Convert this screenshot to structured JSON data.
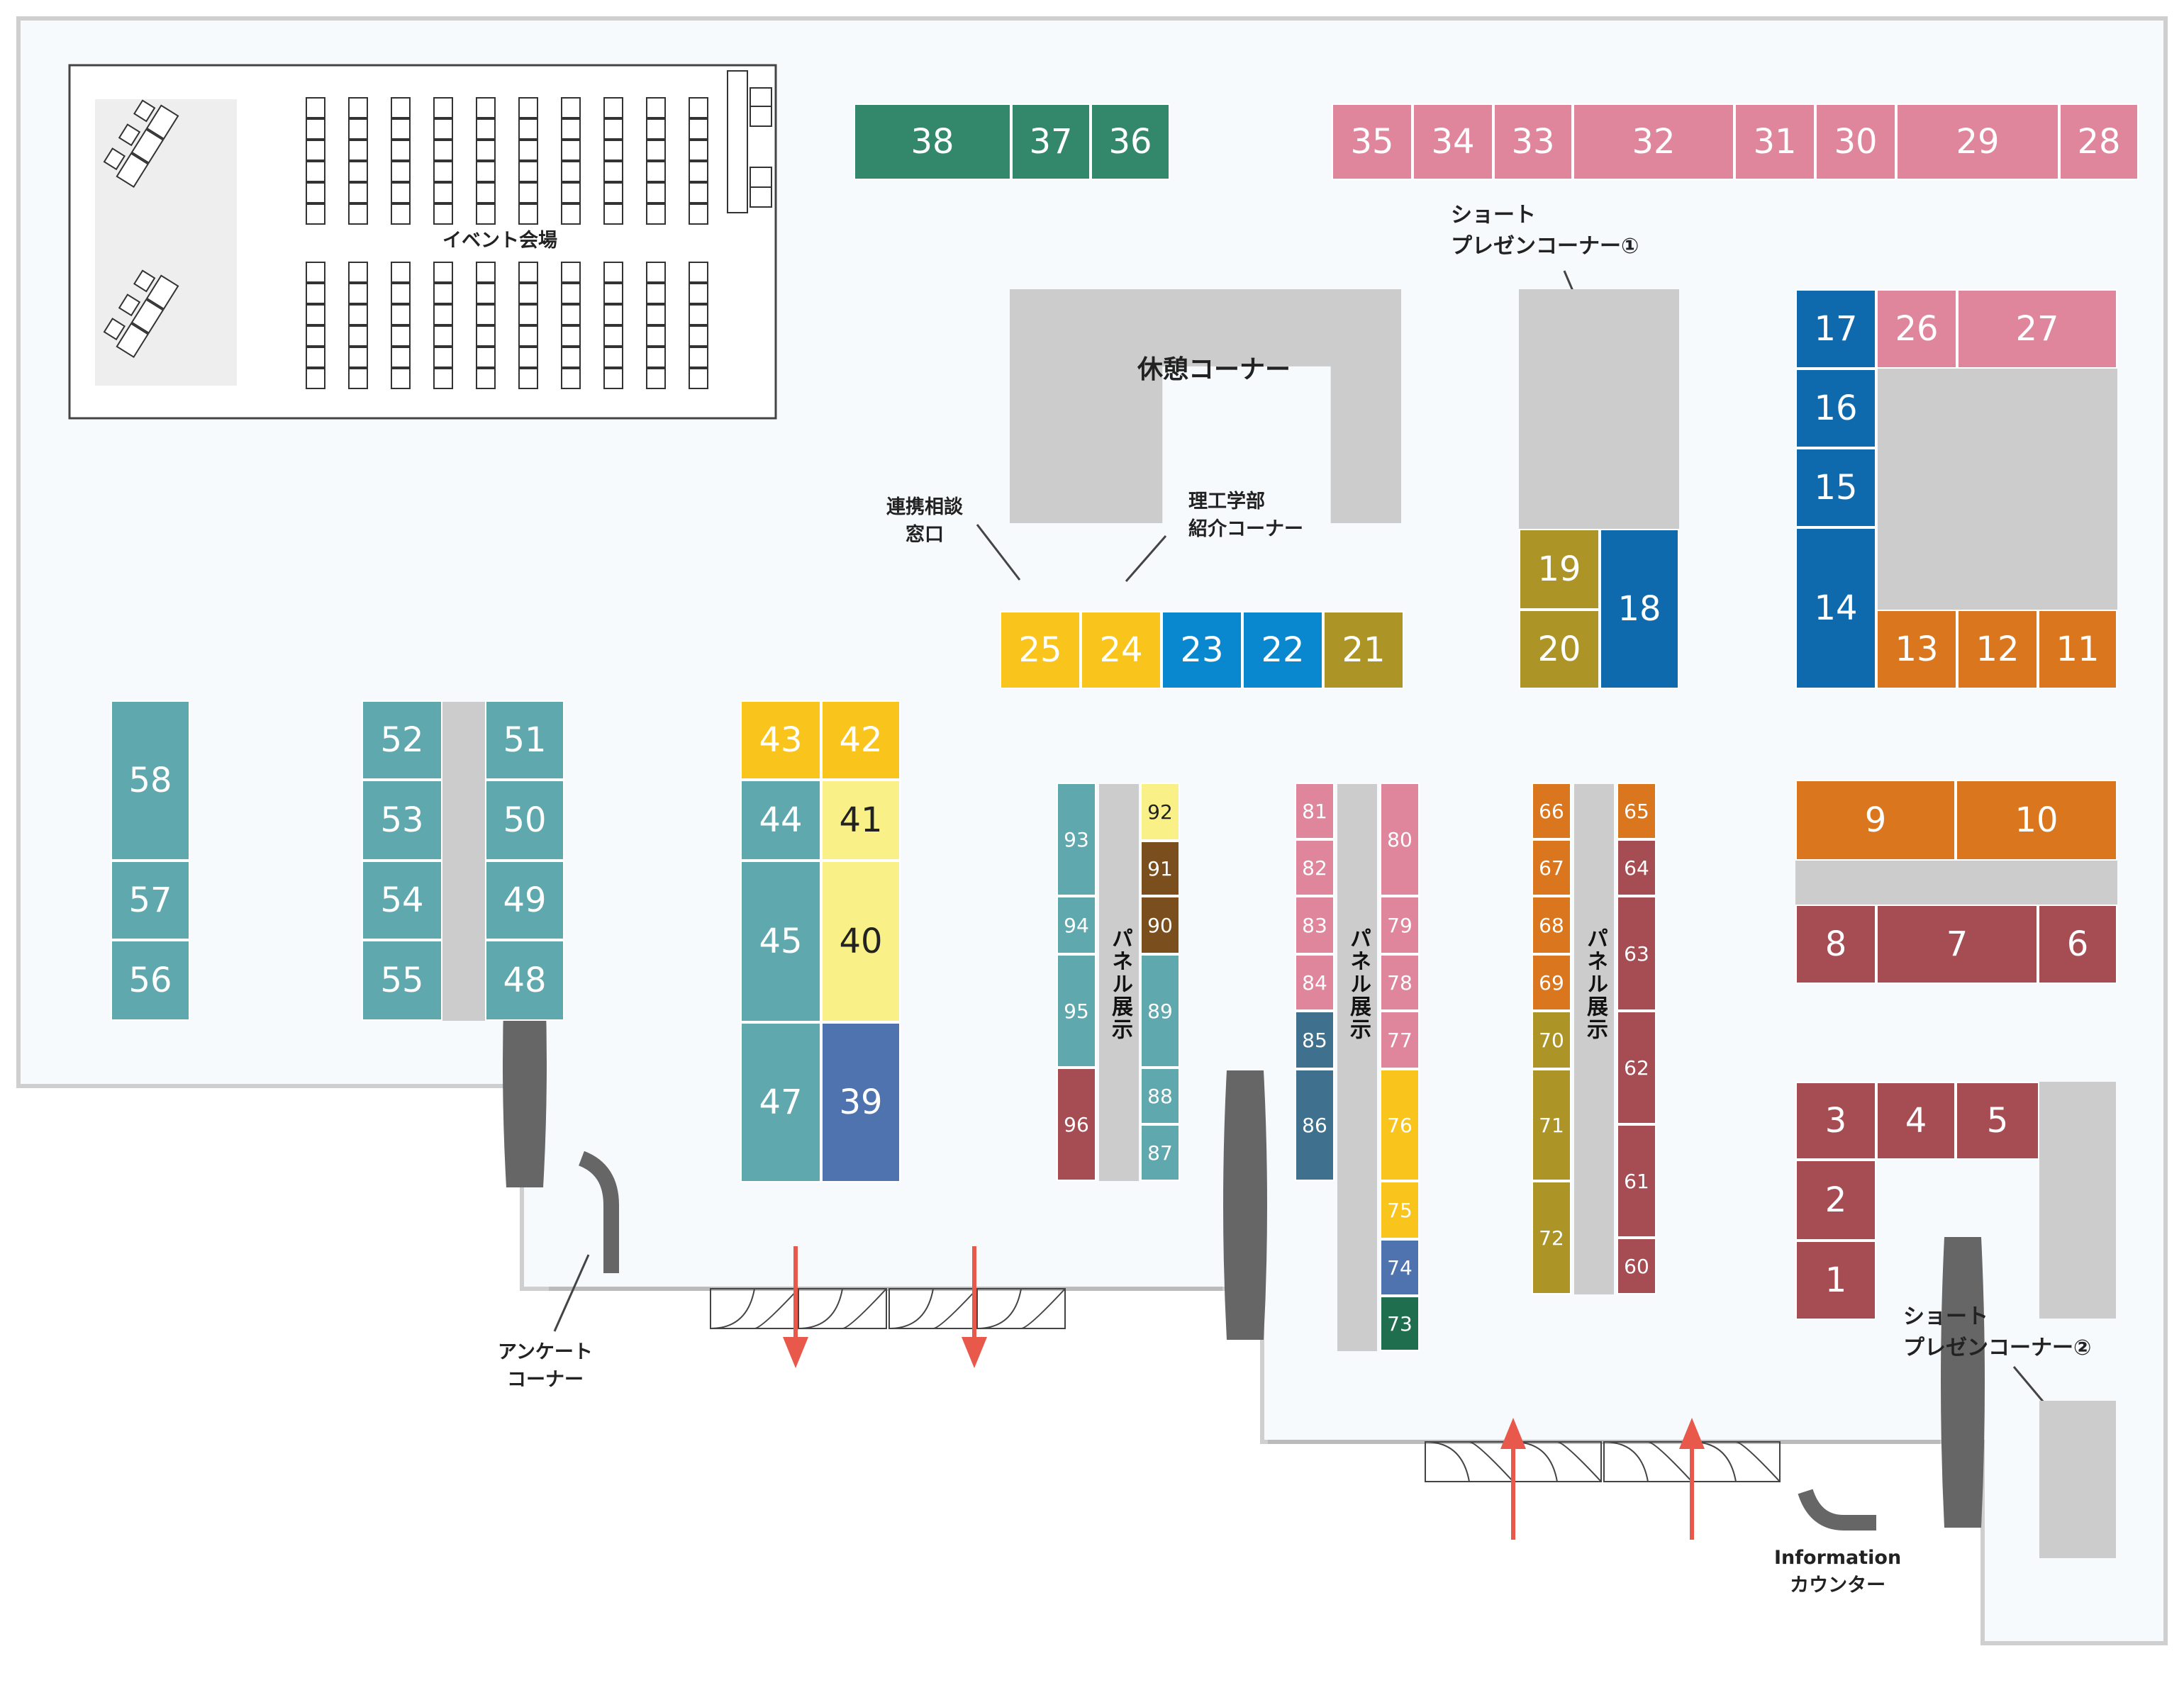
{
  "colors": {
    "teal": "#5fa8ae",
    "dteal": "#33876b",
    "pink": "#df869c",
    "blue": "#0f6aad",
    "lblue": "#0a88cf",
    "orange": "#d9761e",
    "olive": "#ad9426",
    "yellow": "#f9c51d",
    "lyellow": "#faf088",
    "maroon": "#a64d54",
    "navy": "#4f73ae",
    "slate": "#3f718e",
    "brown": "#7b4e1d",
    "green": "#1f6e4d",
    "gray": "#cccccc",
    "floor": "#f7fafd",
    "pillar": "#666666",
    "arrow": "#e8584b"
  },
  "labels": {
    "event": "イベント会場",
    "rest": "休憩コーナー",
    "renkei": "連携相談\n窓口",
    "rikou": "理工学部\n紹介コーナー",
    "short1": "ショート\nプレゼンコーナー①",
    "short2": "ショート\nプレゼンコーナー②",
    "panel": "パネル展示",
    "survey": "アンケート\nコーナー",
    "info": "Information\nカウンター"
  },
  "booths": [
    {
      "n": "38",
      "c": "dteal"
    },
    {
      "n": "37",
      "c": "dteal"
    },
    {
      "n": "36",
      "c": "dteal"
    },
    {
      "n": "35",
      "c": "pink"
    },
    {
      "n": "34",
      "c": "pink"
    },
    {
      "n": "33",
      "c": "pink"
    },
    {
      "n": "32",
      "c": "pink"
    },
    {
      "n": "31",
      "c": "pink"
    },
    {
      "n": "30",
      "c": "pink"
    },
    {
      "n": "29",
      "c": "pink"
    },
    {
      "n": "28",
      "c": "pink"
    },
    {
      "n": "17",
      "c": "blue"
    },
    {
      "n": "26",
      "c": "pink"
    },
    {
      "n": "27",
      "c": "pink"
    },
    {
      "n": "16",
      "c": "blue"
    },
    {
      "n": "15",
      "c": "blue"
    },
    {
      "n": "14",
      "c": "blue"
    },
    {
      "n": "13",
      "c": "orange"
    },
    {
      "n": "12",
      "c": "orange"
    },
    {
      "n": "11",
      "c": "orange"
    },
    {
      "n": "19",
      "c": "olive"
    },
    {
      "n": "20",
      "c": "olive"
    },
    {
      "n": "18",
      "c": "blue"
    },
    {
      "n": "25",
      "c": "yellow"
    },
    {
      "n": "24",
      "c": "yellow"
    },
    {
      "n": "23",
      "c": "lblue"
    },
    {
      "n": "22",
      "c": "lblue"
    },
    {
      "n": "21",
      "c": "olive"
    },
    {
      "n": "58",
      "c": "teal"
    },
    {
      "n": "57",
      "c": "teal"
    },
    {
      "n": "56",
      "c": "teal"
    },
    {
      "n": "52",
      "c": "teal"
    },
    {
      "n": "53",
      "c": "teal"
    },
    {
      "n": "54",
      "c": "teal"
    },
    {
      "n": "55",
      "c": "teal"
    },
    {
      "n": "51",
      "c": "teal"
    },
    {
      "n": "50",
      "c": "teal"
    },
    {
      "n": "49",
      "c": "teal"
    },
    {
      "n": "48",
      "c": "teal"
    },
    {
      "n": "43",
      "c": "yellow"
    },
    {
      "n": "42",
      "c": "yellow"
    },
    {
      "n": "44",
      "c": "teal"
    },
    {
      "n": "41",
      "c": "lyellow"
    },
    {
      "n": "45",
      "c": "teal"
    },
    {
      "n": "40",
      "c": "lyellow"
    },
    {
      "n": "47",
      "c": "teal"
    },
    {
      "n": "39",
      "c": "navy"
    },
    {
      "n": "93",
      "c": "teal"
    },
    {
      "n": "94",
      "c": "teal"
    },
    {
      "n": "95",
      "c": "teal"
    },
    {
      "n": "96",
      "c": "maroon"
    },
    {
      "n": "92",
      "c": "lyellow"
    },
    {
      "n": "91",
      "c": "brown"
    },
    {
      "n": "90",
      "c": "brown"
    },
    {
      "n": "89",
      "c": "teal"
    },
    {
      "n": "88",
      "c": "teal"
    },
    {
      "n": "87",
      "c": "teal"
    },
    {
      "n": "81",
      "c": "pink"
    },
    {
      "n": "82",
      "c": "pink"
    },
    {
      "n": "83",
      "c": "pink"
    },
    {
      "n": "84",
      "c": "pink"
    },
    {
      "n": "85",
      "c": "slate"
    },
    {
      "n": "86",
      "c": "slate"
    },
    {
      "n": "80",
      "c": "pink"
    },
    {
      "n": "79",
      "c": "pink"
    },
    {
      "n": "78",
      "c": "pink"
    },
    {
      "n": "77",
      "c": "pink"
    },
    {
      "n": "76",
      "c": "yellow"
    },
    {
      "n": "75",
      "c": "yellow"
    },
    {
      "n": "74",
      "c": "navy"
    },
    {
      "n": "73",
      "c": "green"
    },
    {
      "n": "66",
      "c": "orange"
    },
    {
      "n": "67",
      "c": "orange"
    },
    {
      "n": "68",
      "c": "orange"
    },
    {
      "n": "69",
      "c": "orange"
    },
    {
      "n": "70",
      "c": "olive"
    },
    {
      "n": "71",
      "c": "olive"
    },
    {
      "n": "72",
      "c": "olive"
    },
    {
      "n": "65",
      "c": "orange"
    },
    {
      "n": "64",
      "c": "maroon"
    },
    {
      "n": "63",
      "c": "maroon"
    },
    {
      "n": "62",
      "c": "maroon"
    },
    {
      "n": "61",
      "c": "maroon"
    },
    {
      "n": "60",
      "c": "maroon"
    },
    {
      "n": "9",
      "c": "orange"
    },
    {
      "n": "10",
      "c": "orange"
    },
    {
      "n": "8",
      "c": "maroon"
    },
    {
      "n": "7",
      "c": "maroon"
    },
    {
      "n": "6",
      "c": "maroon"
    },
    {
      "n": "3",
      "c": "maroon"
    },
    {
      "n": "4",
      "c": "maroon"
    },
    {
      "n": "5",
      "c": "maroon"
    },
    {
      "n": "2",
      "c": "maroon"
    },
    {
      "n": "1",
      "c": "maroon"
    }
  ]
}
